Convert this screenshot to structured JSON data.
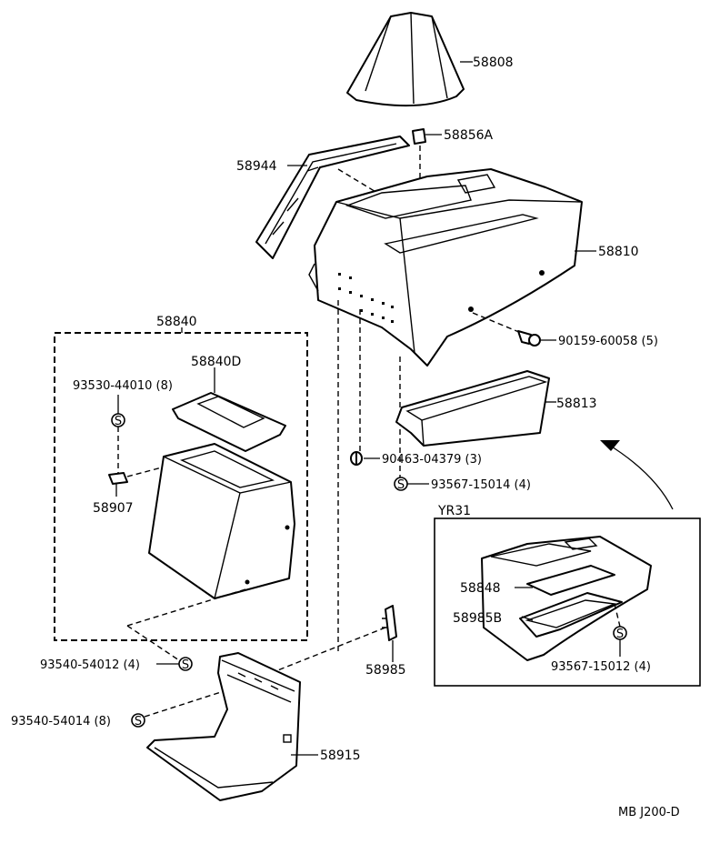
{
  "diagram": {
    "code": "MB J200-D",
    "variant_label": "YR31",
    "parts": [
      {
        "number": "58808"
      },
      {
        "number": "58856A"
      },
      {
        "number": "58944"
      },
      {
        "number": "58810"
      },
      {
        "number": "90159-60058",
        "qty": "(5)"
      },
      {
        "number": "58840"
      },
      {
        "number": "58840D"
      },
      {
        "number": "93530-44010",
        "qty": "(8)"
      },
      {
        "number": "58813"
      },
      {
        "number": "90463-04379",
        "qty": "(3)"
      },
      {
        "number": "93567-15014",
        "qty": "(4)"
      },
      {
        "number": "58907"
      },
      {
        "number": "93540-54012",
        "qty": "(4)"
      },
      {
        "number": "58985"
      },
      {
        "number": "93540-54014",
        "qty": "(8)"
      },
      {
        "number": "58915"
      },
      {
        "number": "58848"
      },
      {
        "number": "58985B"
      },
      {
        "number": "93567-15012",
        "qty": "(4)"
      }
    ],
    "clip_symbol": "S"
  }
}
